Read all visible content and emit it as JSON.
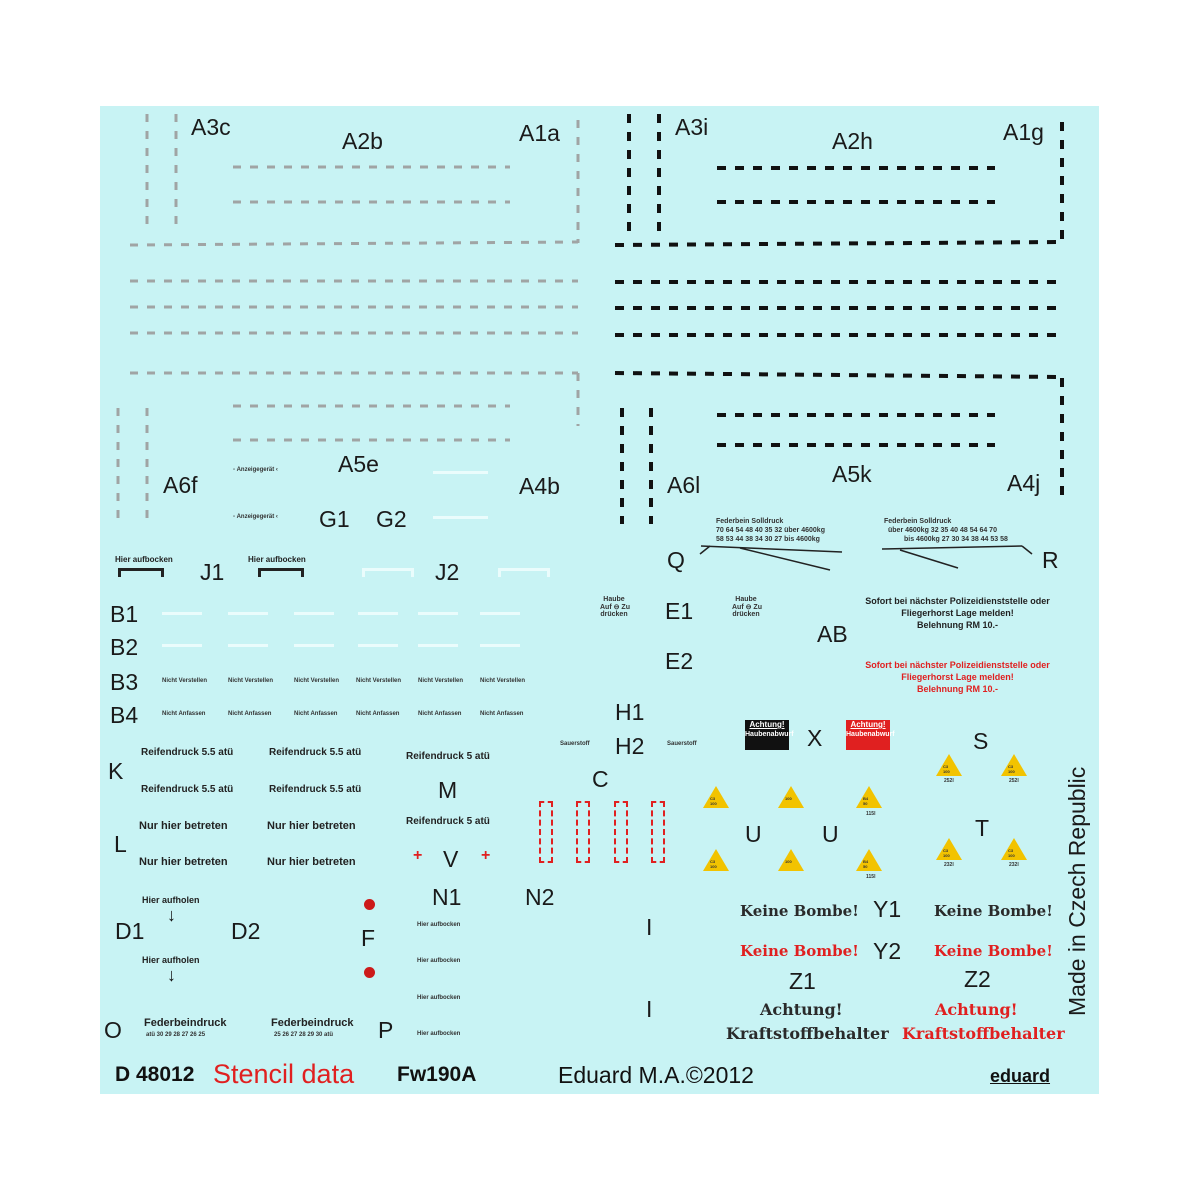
{
  "labels": {
    "A3c": "A3c",
    "A2b": "A2b",
    "A1a": "A1a",
    "A3i": "A3i",
    "A2h": "A2h",
    "A1g": "A1g",
    "A6f": "A6f",
    "A5e": "A5e",
    "A4b": "A4b",
    "A6l": "A6l",
    "A5k": "A5k",
    "A4j": "A4j",
    "G1": "G1",
    "G2": "G2",
    "J1": "J1",
    "J2": "J2",
    "Q": "Q",
    "R": "R",
    "B1": "B1",
    "B2": "B2",
    "B3": "B3",
    "B4": "B4",
    "E1": "E1",
    "E2": "E2",
    "AB": "AB",
    "H1": "H1",
    "H2": "H2",
    "X": "X",
    "S": "S",
    "K": "K",
    "M": "M",
    "C": "C",
    "U1": "U",
    "U2": "U",
    "T": "T",
    "L": "L",
    "V": "V",
    "N1": "N1",
    "N2": "N2",
    "D1": "D1",
    "D2": "D2",
    "F": "F",
    "I1": "I",
    "I2": "I",
    "Y1": "Y1",
    "Y2": "Y2",
    "Z1": "Z1",
    "Z2": "Z2",
    "O": "O",
    "P": "P"
  },
  "texts": {
    "hier_aufbocken": "Hier aufbocken",
    "reifendruck_55": "Reifendruck 5.5 atü",
    "reifendruck_5": "Reifendruck 5 atü",
    "nur_hier_betreten": "Nur hier betreten",
    "hier_aufholen": "Hier aufholen",
    "federbeindruck": "Federbeindruck",
    "federbeindruck_scale_1": "atü 30 29 28 27 26 25",
    "federbeindruck_scale_2": "25 26 27 28 29 30 atü",
    "nicht_verstellen": "Nicht Verstellen",
    "nicht_anfassen": "Nicht Anfassen",
    "sauerstoff": "Sauerstoff",
    "haube_1": "Haube",
    "haube_2": "Auf ⊖ Zu",
    "haube_3": "drücken",
    "federbein_title": "Federbein Solldruck",
    "federbein_row1": "70 64 54 48 40 35 32 über 4600kg",
    "federbein_row2": "58 53 44 38 34 30 27 bis 4600kg",
    "federbein_title_r": "Federbein Solldruck",
    "federbein_row1_r": "über 4600kg 32 35 40 48 54 64 70",
    "federbein_row2_r": "bis 4600kg 27 30 34 38 44 53 58",
    "sofort_1": "Sofort bei nächster Polizeidienststelle oder",
    "sofort_2": "Fliegerhorst Lage melden!",
    "sofort_3": "Belehnung RM 10.-",
    "achtung_small": "Achtung!",
    "achtung_sub": "Haubenabwurf",
    "keine_bombe": "Keine Bombe!",
    "achtung": "Achtung!",
    "kraftstoff": "Kraftstoffbehalter",
    "anzeige": "Anzeigegerät"
  },
  "triangles": {
    "c3_100": "C3 100",
    "t100": "100",
    "b4_50": "B4 50",
    "n252": "252l",
    "n232": "232l",
    "n115": "115l"
  },
  "footer": {
    "code": "D 48012",
    "title": "Stencil data",
    "model": "Fw190A",
    "copyright": "Eduard M.A.©2012",
    "brand": "eduard",
    "made_in": "Made in Czech Republic"
  },
  "colors": {
    "sheet": "#c8f3f4",
    "red": "#e02020",
    "yellow": "#f2c300",
    "grey_dash": "#a0a4a4",
    "black_dash": "#111111"
  }
}
